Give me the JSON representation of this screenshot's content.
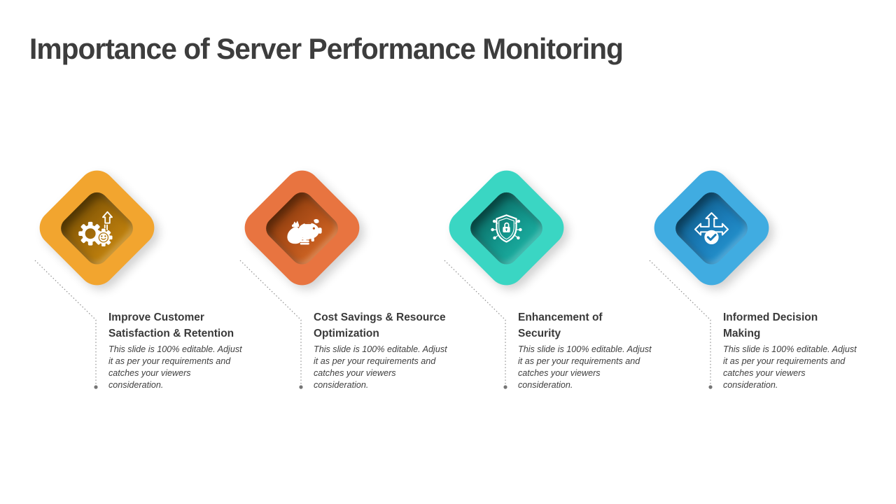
{
  "slide": {
    "title": "Importance of Server Performance Monitoring",
    "title_color": "#3d3d3d",
    "background_color": "#ffffff"
  },
  "connector": {
    "line_color": "#8f8f8f",
    "dot_color": "#757575",
    "style": "dotted-elbow-with-end-dot"
  },
  "cards": [
    {
      "heading": "Improve Customer\nSatisfaction & Retention",
      "body": "This slide is 100% editable. Adjust\nit as per your requirements and\ncatches your viewers\nconsideration.",
      "icon": "gears-smiley-growth-icon",
      "colors": {
        "outer": "#F2A52F",
        "inner_dark": "#7C5305",
        "inner_mid": "#A66E0A",
        "inner_light": "#C2830E",
        "accent": "#A66E0A"
      }
    },
    {
      "heading": "Cost Savings & Resource\nOptimization",
      "body": "This slide is 100% editable. Adjust\nit as per your requirements and\ncatches your viewers\nconsideration.",
      "icon": "piggy-bank-savings-icon",
      "colors": {
        "outer": "#E87440",
        "inner_dark": "#8E3E0E",
        "inner_mid": "#B5521A",
        "inner_light": "#CF6524",
        "accent": "#B5521A"
      }
    },
    {
      "heading": "Enhancement of\nSecurity",
      "body": "This slide is 100% editable. Adjust\nit as per your requirements and\ncatches your viewers\nconsideration.",
      "icon": "shield-lock-network-icon",
      "colors": {
        "outer": "#3AD6C3",
        "inner_dark": "#0B6B64",
        "inner_mid": "#13948A",
        "inner_light": "#1BAEA0",
        "accent": "#13948A"
      }
    },
    {
      "heading": "Informed Decision\nMaking",
      "body": "This slide is 100% editable. Adjust\nit as per your requirements and\ncatches your viewers\nconsideration.",
      "icon": "decision-arrows-check-icon",
      "colors": {
        "outer": "#40ACE1",
        "inner_dark": "#11618F",
        "inner_mid": "#1B7CB8",
        "inner_light": "#2391CC",
        "accent": "#1B7CB8"
      }
    }
  ]
}
